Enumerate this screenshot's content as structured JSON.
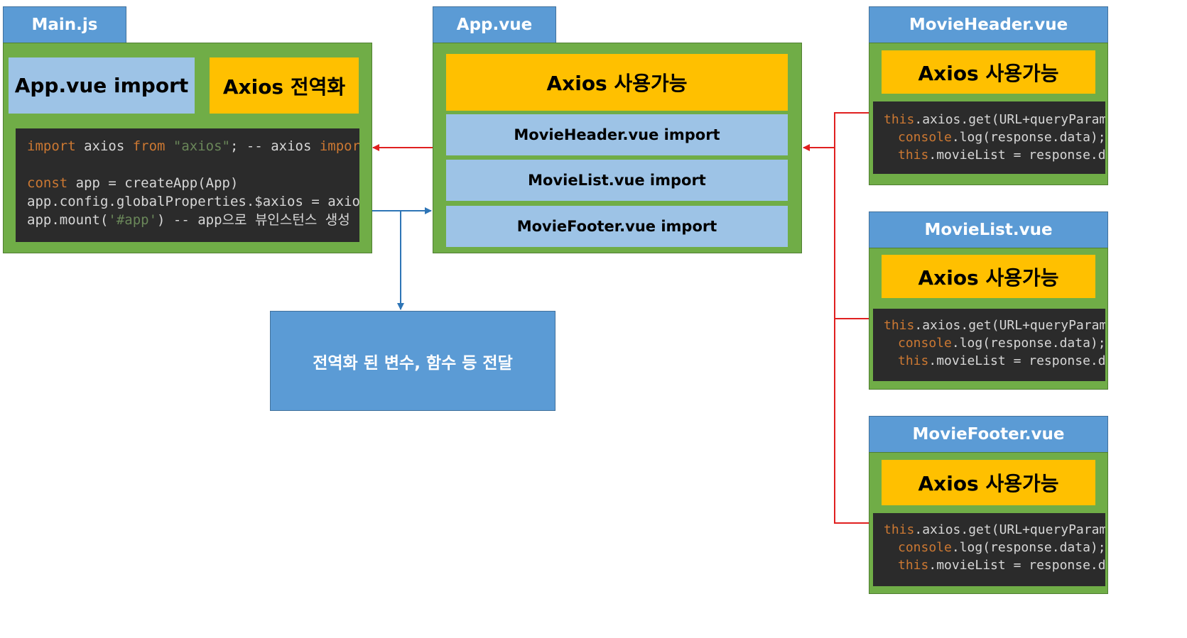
{
  "main_js": {
    "title": "Main.js",
    "app_vue_import": "App.vue import",
    "axios_global": "Axios 전역화",
    "code": {
      "l1_kw1": "import",
      "l1_t1": " axios ",
      "l1_kw2": "from",
      "l1_str": " \"axios\"",
      "l1_t2": "; -- axios ",
      "l1_kw3": "import",
      "l2_kw": "const",
      "l2_t": " app = createApp(App)",
      "l3_t": "app.config.globalProperties.$axios = axios; --",
      "l4_t1": "app.mount(",
      "l4_str": "'#app'",
      "l4_t2": ") -- app으로 뷰인스턴스 생성"
    }
  },
  "app_vue": {
    "title": "App.vue",
    "axios_available": "Axios 사용가능",
    "imports": [
      "MovieHeader.vue import",
      "MovieList.vue import",
      "MovieFooter.vue import"
    ]
  },
  "note": {
    "text": "전역화 된 변수, 함수 등 전달"
  },
  "components": [
    {
      "title": "MovieHeader.vue",
      "axios_available": "Axios 사용가능",
      "code": {
        "l1_kw": "this",
        "l1_t": ".axios.get(URL+queryParams)",
        "l2_kw": "console",
        "l2_t": ".log(response.data);",
        "l3_kw": "this",
        "l3_t": ".movieList = response.dat"
      }
    },
    {
      "title": "MovieList.vue",
      "axios_available": "Axios 사용가능",
      "code": {
        "l1_kw": "this",
        "l1_t": ".axios.get(URL+queryParams)",
        "l2_kw": "console",
        "l2_t": ".log(response.data);",
        "l3_kw": "this",
        "l3_t": ".movieList = response.dat"
      }
    },
    {
      "title": "MovieFooter.vue",
      "axios_available": "Axios 사용가능",
      "code": {
        "l1_kw": "this",
        "l1_t": ".axios.get(URL+queryParams)",
        "l2_kw": "console",
        "l2_t": ".log(response.data);",
        "l3_kw": "this",
        "l3_t": ".movieList = response.dat"
      }
    }
  ],
  "colors": {
    "tab": "#5b9bd5",
    "frame": "#70ad47",
    "light_blue": "#9dc3e6",
    "yellow": "#ffc000",
    "code_bg": "#2b2b2b",
    "arrow_red": "#e02020",
    "arrow_blue": "#2e75b6"
  }
}
